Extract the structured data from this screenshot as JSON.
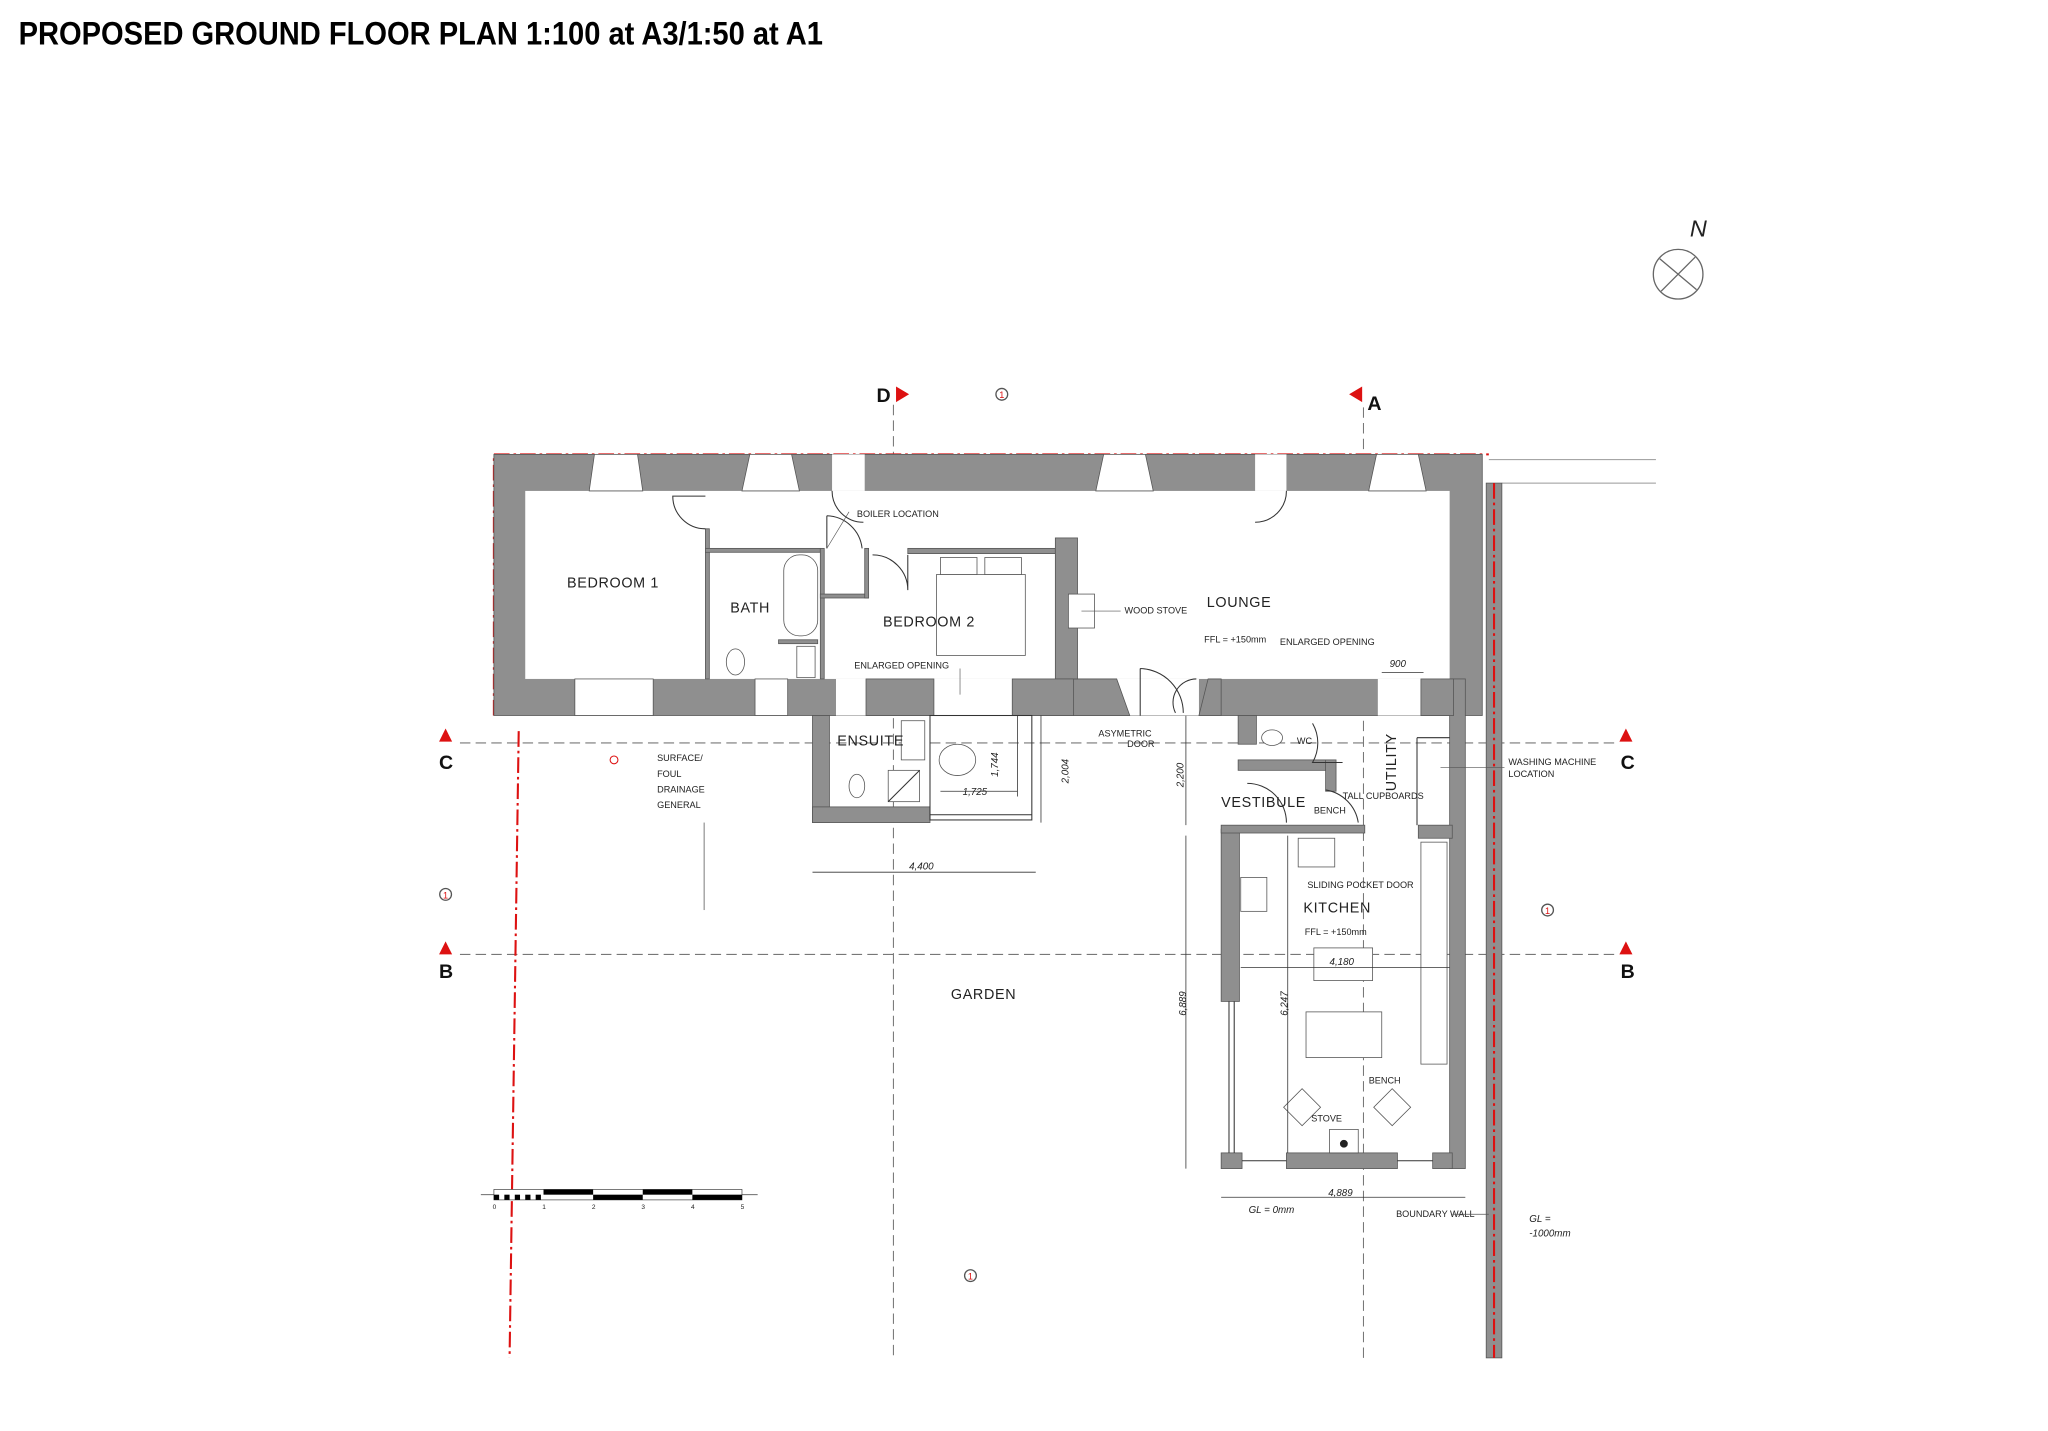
{
  "title": "PROPOSED GROUND FLOOR PLAN 1:100 at A3/1:50 at A1",
  "north": "N",
  "sections": {
    "a": "A",
    "b": "B",
    "c": "C",
    "d": "D"
  },
  "detail_marker": "1",
  "rooms": {
    "bedroom1": "BEDROOM 1",
    "bath": "BATH",
    "bedroom2": "BEDROOM 2",
    "lounge": "LOUNGE",
    "ensuite": "ENSUITE",
    "wc": "WC",
    "utility": "UTILITY",
    "vestibule": "VESTIBULE",
    "kitchen": "KITCHEN",
    "garden": "GARDEN"
  },
  "notes": {
    "boiler": "BOILER LOCATION",
    "wood_stove": "WOOD STOVE",
    "ffl_lounge": "FFL = +150mm",
    "enlarged_opening_1": "ENLARGED OPENING",
    "enlarged_opening_2": "ENLARGED OPENING",
    "asym_1": "ASYMETRIC",
    "asym_2": "DOOR",
    "drain_1": "SURFACE/",
    "drain_2": "FOUL",
    "drain_3": "DRAINAGE",
    "drain_4": "GENERAL",
    "washing_1": "WASHING MACHINE",
    "washing_2": "LOCATION",
    "tall_cupboards": "TALL CUPBOARDS",
    "bench_vest": "BENCH",
    "sliding_door": "SLIDING POCKET DOOR",
    "ffl_kitchen": "FFL = +150mm",
    "bench_kitchen": "BENCH",
    "stove": "STOVE",
    "gl_0": "GL = 0mm",
    "boundary": "BOUNDARY WALL",
    "gl_minus_1": "GL =",
    "gl_minus_2": "-1000mm"
  },
  "dimensions": {
    "d900": "900",
    "d1744": "1,744",
    "d2004": "2,004",
    "d1725": "1,725",
    "d4400": "4,400",
    "d2200": "2,200",
    "d4180": "4,180",
    "d6247": "6,247",
    "d6889": "6,889",
    "d4889": "4,889"
  },
  "scale_bar": {
    "ticks": [
      "0",
      "1",
      "2",
      "3",
      "4",
      "5"
    ]
  },
  "colors": {
    "wall": "#8f8f8f",
    "section_marker": "#d11111",
    "boundary": "#d11111"
  }
}
